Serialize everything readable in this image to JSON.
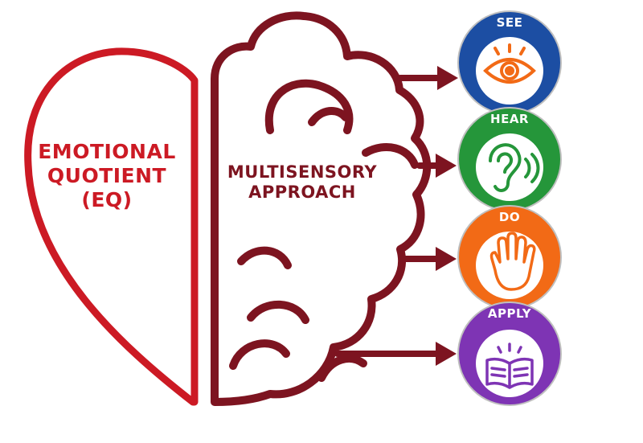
{
  "colors": {
    "heart": "#cc1a24",
    "brain": "#7d1420",
    "see": "#1c4ea3",
    "hear": "#25963a",
    "do": "#f26a16",
    "apply": "#7e34b4",
    "icon_orange": "#f26a16",
    "icon_green": "#25963a",
    "icon_purple": "#7e34b4"
  },
  "heart_label": {
    "line1": "EMOTIONAL",
    "line2": "QUOTIENT",
    "line3": "(EQ)"
  },
  "brain_label": {
    "line1": "MULTISENSORY",
    "line2": "APPROACH"
  },
  "badges": [
    {
      "title": "SEE",
      "icon": "eye-icon"
    },
    {
      "title": "HEAR",
      "icon": "ear-icon"
    },
    {
      "title": "DO",
      "icon": "hand-icon"
    },
    {
      "title": "APPLY",
      "icon": "book-icon"
    }
  ]
}
